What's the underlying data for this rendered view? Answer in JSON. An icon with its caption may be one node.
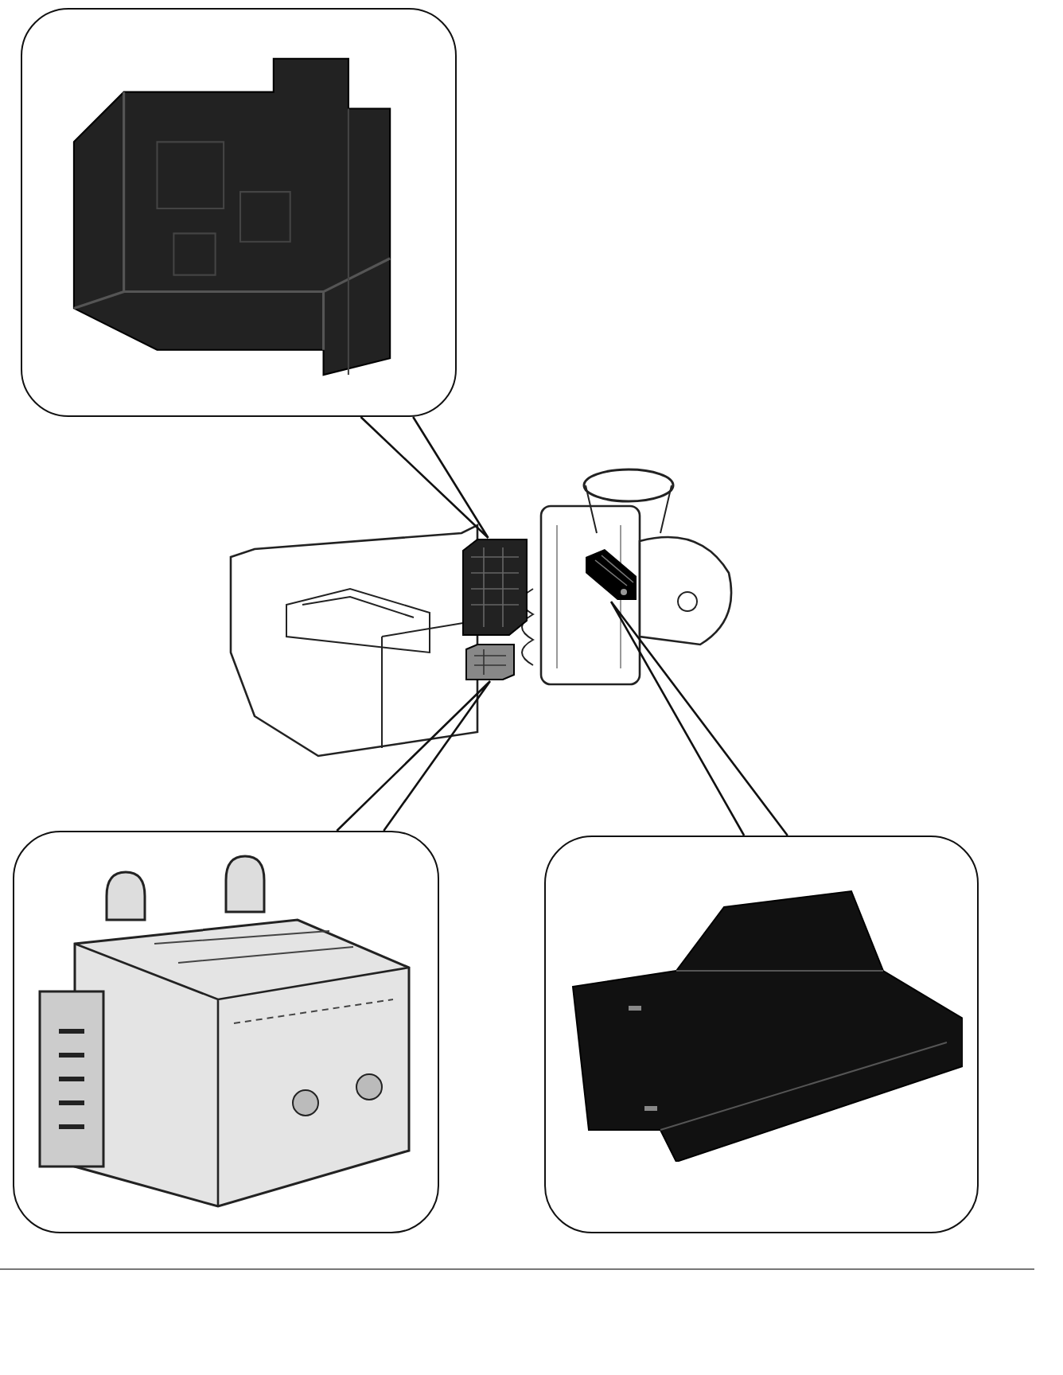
{
  "diagram": {
    "nodes": [
      {
        "text": [],
        "shape": "box"
      },
      {
        "text": [],
        "shape": "picture"
      },
      {
        "text": [],
        "shape": "picture",
        "in": 1
      },
      {
        "text": [],
        "shape": "picture",
        "in": 1
      },
      {
        "text": [],
        "shape": "picture",
        "in": 1
      },
      {
        "text": [],
        "shape": "box"
      },
      {
        "text": [],
        "shape": "box"
      }
    ],
    "edges": [
      {
        "from": 0,
        "to": 2,
        "arrow": "none"
      },
      {
        "from": 5,
        "to": 3,
        "arrow": "none"
      },
      {
        "from": 6,
        "to": 4,
        "arrow": "none"
      }
    ]
  }
}
